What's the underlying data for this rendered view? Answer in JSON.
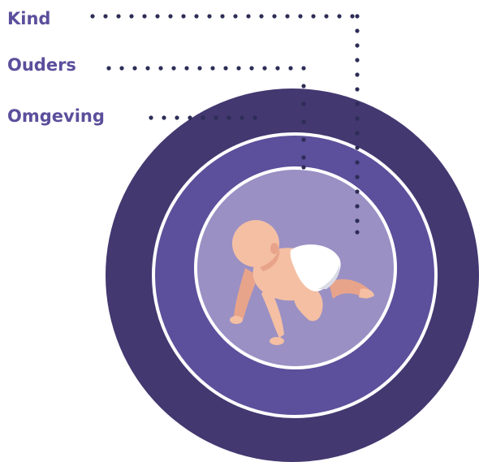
{
  "labels": {
    "kind": "Kind",
    "ouders": "Ouders",
    "omgeving": "Omgeving"
  },
  "colors": {
    "label_text": "#5b4f9c",
    "dots": "#2d2d57",
    "outer_ring": "#433870",
    "middle_ring": "#5c4f9b",
    "inner_circle": "#9a90c4",
    "ring_border": "#ffffff",
    "skin": "#f4bfa3",
    "skin_shadow": "#e8a48a",
    "diaper": "#ffffff",
    "diaper_shadow": "#d9dbe6"
  },
  "icons": {
    "center": "crawling-baby-illustration"
  }
}
